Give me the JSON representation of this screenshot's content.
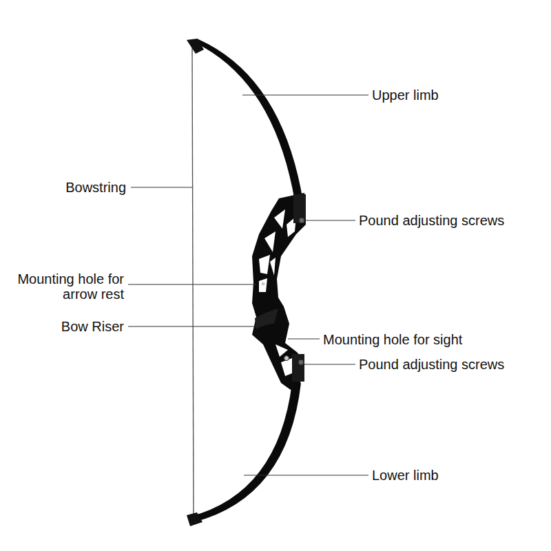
{
  "diagram": {
    "labels": [
      "Upper limb",
      "Pound adjusting screws",
      "Bowstring",
      "Mounting hole for arrow rest",
      "Bow Riser",
      "Mounting hole for sight",
      "Pound adjusting screws",
      "Lower limb"
    ]
  }
}
